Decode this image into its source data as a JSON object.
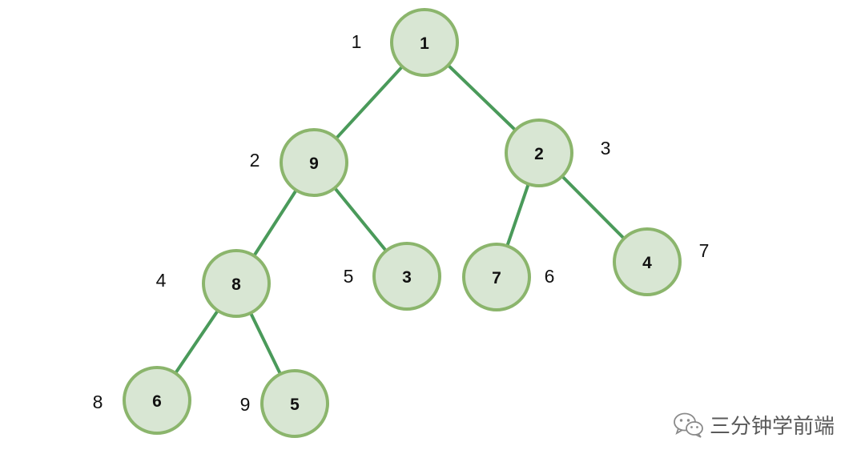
{
  "diagram": {
    "type": "binary-tree",
    "nodes": [
      {
        "index": "1",
        "value": "1"
      },
      {
        "index": "2",
        "value": "9"
      },
      {
        "index": "3",
        "value": "2"
      },
      {
        "index": "4",
        "value": "8"
      },
      {
        "index": "5",
        "value": "3"
      },
      {
        "index": "6",
        "value": "7"
      },
      {
        "index": "7",
        "value": "4"
      },
      {
        "index": "8",
        "value": "6"
      },
      {
        "index": "9",
        "value": "5"
      }
    ],
    "edges": [
      [
        "1",
        "2"
      ],
      [
        "1",
        "3"
      ],
      [
        "2",
        "4"
      ],
      [
        "2",
        "5"
      ],
      [
        "3",
        "6"
      ],
      [
        "3",
        "7"
      ],
      [
        "4",
        "8"
      ],
      [
        "4",
        "9"
      ]
    ],
    "colors": {
      "node_fill": "#d8e6d3",
      "node_stroke": "#8bb56c",
      "edge": "#4a9a5a"
    }
  },
  "watermark": {
    "icon": "wechat-icon",
    "text": "三分钟学前端"
  }
}
